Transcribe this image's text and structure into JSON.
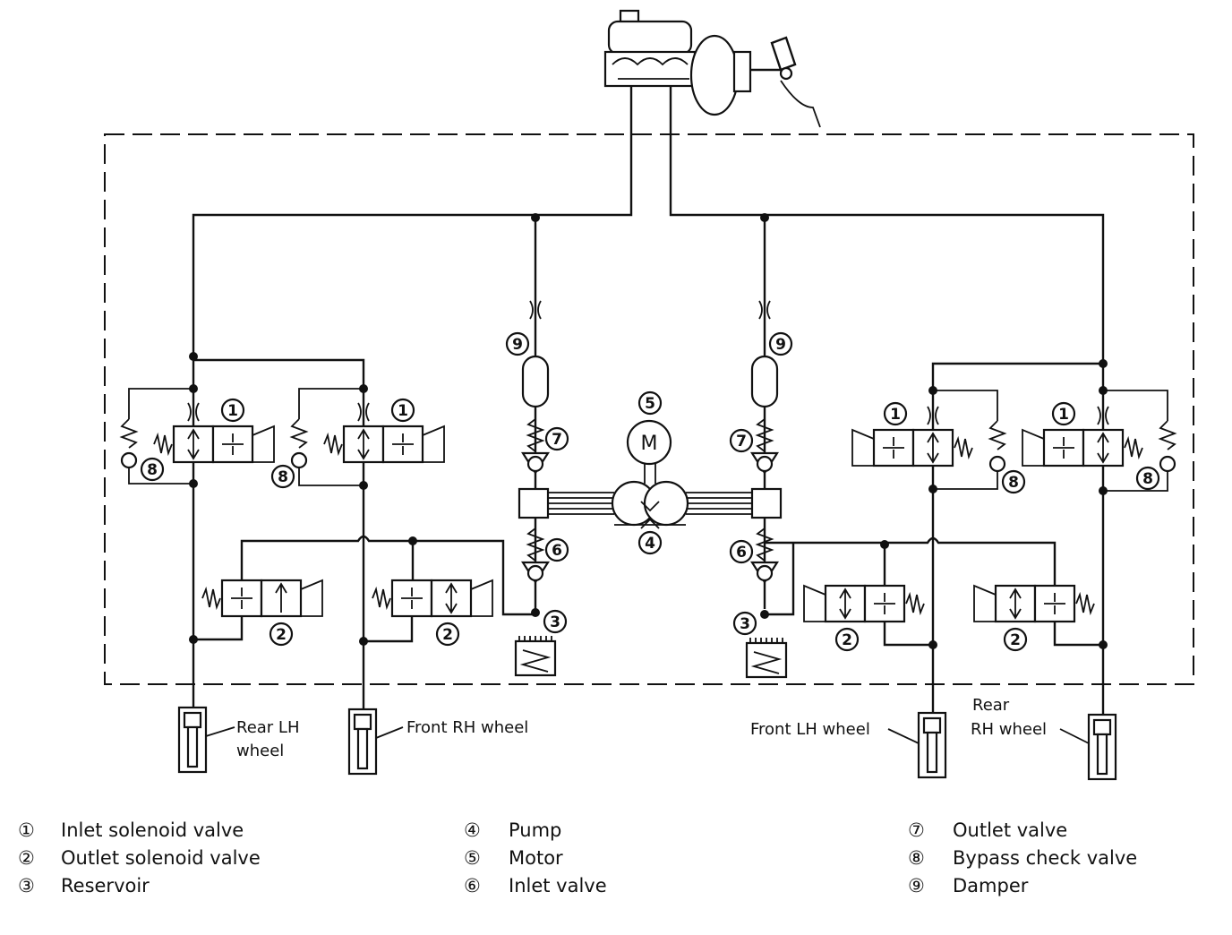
{
  "labels": {
    "rear_lh_1": "Rear LH",
    "rear_lh_2": "wheel",
    "front_rh": "Front RH wheel",
    "front_lh": "Front LH wheel",
    "rear_rh_1": "Rear",
    "rear_rh_2": "RH wheel",
    "motor_letter": "M"
  },
  "callouts": {
    "n1": "1",
    "n2": "2",
    "n3": "3",
    "n4": "4",
    "n5": "5",
    "n6": "6",
    "n7": "7",
    "n8": "8",
    "n9": "9"
  },
  "legend": [
    {
      "num": "①",
      "text": "Inlet solenoid valve"
    },
    {
      "num": "②",
      "text": "Outlet solenoid valve"
    },
    {
      "num": "③",
      "text": "Reservoir"
    },
    {
      "num": "④",
      "text": "Pump"
    },
    {
      "num": "⑤",
      "text": "Motor"
    },
    {
      "num": "⑥",
      "text": "Inlet valve"
    },
    {
      "num": "⑦",
      "text": "Outlet valve"
    },
    {
      "num": "⑧",
      "text": "Bypass check valve"
    },
    {
      "num": "⑨",
      "text": "Damper"
    }
  ]
}
